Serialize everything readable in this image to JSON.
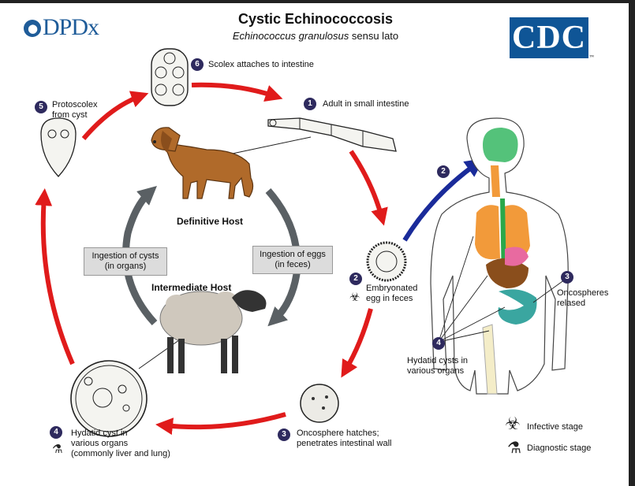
{
  "header": {
    "title": "Cystic Echinococcosis",
    "subtitle_species": "Echinococcus granulosus",
    "subtitle_suffix": " sensu lato",
    "logo_left": "DPDx",
    "logo_right": "CDC"
  },
  "stages": [
    {
      "number": "1",
      "label": "Adult in small intestine"
    },
    {
      "number": "2",
      "label_line1": "Embryonated",
      "label_line2": "egg in feces"
    },
    {
      "number": "3",
      "label_line1": "Oncosphere hatches;",
      "label_line2": "penetrates intestinal wall"
    },
    {
      "number": "4",
      "label_line1": "Hydatid cyst in",
      "label_line2": "various organs",
      "label_line3": "(commonly liver and lung)"
    },
    {
      "number": "5",
      "label_line1": "Protoscolex",
      "label_line2": "from cyst"
    },
    {
      "number": "6",
      "label": "Scolex attaches to intestine"
    }
  ],
  "human": {
    "step2_number": "2",
    "step3_number": "3",
    "step3_line1": "Oncospheres",
    "step3_line2": "relased",
    "step4_number": "4",
    "step4_line1": "Hydatid cysts in",
    "step4_line2": "various organs"
  },
  "hosts": {
    "definitive": "Definitive Host",
    "intermediate": "Intermediate Host"
  },
  "boxes": {
    "cysts_line1": "Ingestion of cysts",
    "cysts_line2": "(in organs)",
    "eggs_line1": "Ingestion of eggs",
    "eggs_line2": "(in feces)"
  },
  "legend": {
    "infective": "Infective stage",
    "diagnostic": "Diagnostic stage",
    "infective_icon": "biohazard-icon",
    "diagnostic_icon": "microscope-icon"
  },
  "colors": {
    "cycle_arrow": "#e01b1b",
    "human_arrow": "#1a2b9a",
    "host_arrow": "#5a6064",
    "badge": "#2e2a5e"
  }
}
